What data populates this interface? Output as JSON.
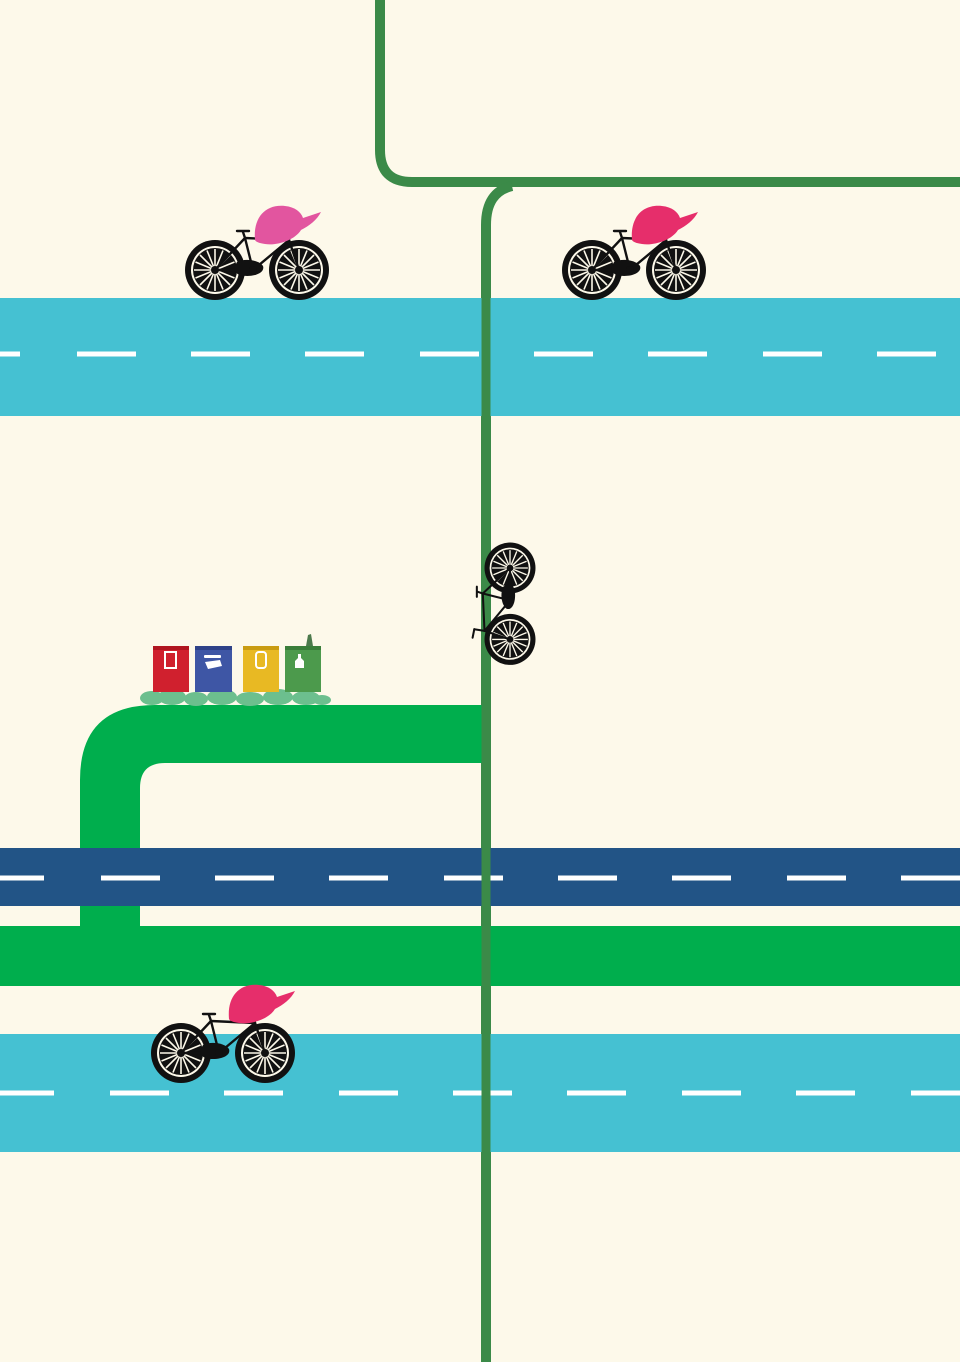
{
  "colors": {
    "background": "#FDF9EA",
    "road_light": "#45C1D2",
    "road_dark": "#225486",
    "lane_dash": "#FFFFFF",
    "thin_path": "#3B8A48",
    "green_path": "#00AE4D",
    "cap_pink": "#E2559F",
    "cap_magenta": "#E62E6B",
    "bike": "#111111",
    "bin_red": "#D0202E",
    "bin_blue": "#3E56A5",
    "bin_yellow": "#E8B923",
    "bin_green": "#4C9A4C",
    "bush": "#6CBF8E"
  },
  "recycling_bins": [
    {
      "color": "bin_red",
      "icon": "paper-icon"
    },
    {
      "color": "bin_blue",
      "icon": "food-container-icon"
    },
    {
      "color": "bin_yellow",
      "icon": "can-icon"
    },
    {
      "color": "bin_green",
      "icon": "bottle-icon"
    }
  ],
  "cyclists": [
    {
      "name": "cyclist-top-left",
      "cap": "cap_pink",
      "orientation": "horizontal"
    },
    {
      "name": "cyclist-top-right",
      "cap": "cap_magenta",
      "orientation": "horizontal"
    },
    {
      "name": "cyclist-bottom-left",
      "cap": "cap_magenta",
      "orientation": "horizontal"
    },
    {
      "name": "bicycle-vertical",
      "cap": null,
      "orientation": "vertical"
    }
  ]
}
